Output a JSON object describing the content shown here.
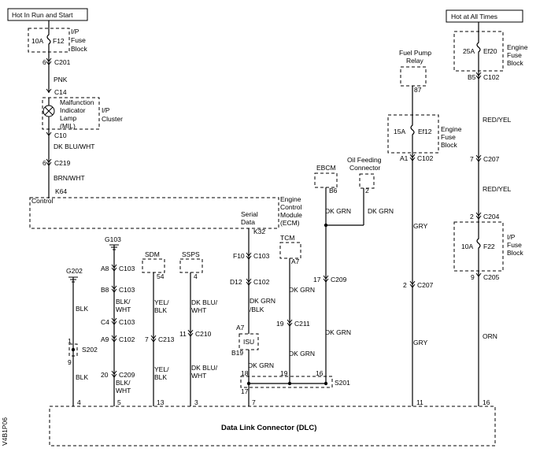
{
  "power": {
    "run_start": "Hot In Run and Start",
    "all_times": "Hot at All Times"
  },
  "fuses": {
    "f12": {
      "rating": "10A",
      "name": "F12",
      "block": [
        "I/P",
        "Fuse",
        "Block"
      ]
    },
    "ef20": {
      "rating": "25A",
      "name": "Ef20",
      "block": [
        "Engine",
        "Fuse",
        "Block"
      ]
    },
    "ef12": {
      "rating": "15A",
      "name": "Ef12",
      "block": [
        "Engine",
        "Fuse",
        "Block"
      ]
    },
    "f22": {
      "rating": "10A",
      "name": "F22",
      "block": [
        "I/P",
        "Fuse",
        "Block"
      ]
    }
  },
  "connectors": {
    "c201": {
      "pin": "6",
      "name": "C201"
    },
    "c14": {
      "name": "C14"
    },
    "c10": {
      "name": "C10"
    },
    "c219": {
      "pin": "6",
      "name": "C219"
    },
    "k64": {
      "pin": "K64"
    },
    "k32": {
      "pin": "K32"
    },
    "c103a": {
      "pin": "F10",
      "name": "C103"
    },
    "c102a": {
      "pin": "D12",
      "name": "C102"
    },
    "c211": {
      "pin": "19",
      "name": "C211"
    },
    "c209a": {
      "pin": "17",
      "name": "C209"
    },
    "c102b": {
      "pin": "B5",
      "name": "C102"
    },
    "c207a": {
      "pin": "7",
      "name": "C207"
    },
    "c204": {
      "pin": "2",
      "name": "C204"
    },
    "c205": {
      "pin": "9",
      "name": "C205"
    },
    "relay_pin": "87",
    "c102c": {
      "pin": "A1",
      "name": "C102"
    },
    "c207b": {
      "pin": "2",
      "name": "C207"
    },
    "g103": {
      "name": "G103"
    },
    "g202": {
      "name": "G202"
    },
    "c103b": {
      "pin": "A8",
      "name": "C103"
    },
    "c103c": {
      "pin": "B8",
      "name": "C103"
    },
    "c103d": {
      "pin": "C4",
      "name": "C103"
    },
    "c102d": {
      "pin": "A9",
      "name": "C102"
    },
    "c209b": {
      "pin": "20",
      "name": "C209"
    },
    "c213": {
      "pin": "7",
      "name": "C213"
    },
    "c210": {
      "pin": "11",
      "name": "C210"
    },
    "ebcm_pin": "B6",
    "oil_pin": "2",
    "tcm_pin": "A7",
    "sdm_pin": "54",
    "ssps_pin": "4",
    "isu_a7": "A7",
    "isu_b19": "B19",
    "s202_1": "1",
    "s202_9": "9"
  },
  "components": {
    "mil": [
      "Malfunction",
      "Indicator",
      "Lamp",
      "(MIL)"
    ],
    "cluster": [
      "I/P",
      "Cluster"
    ],
    "ecm_control": "Control",
    "ecm": [
      "Engine",
      "Control",
      "Module",
      "(ECM)"
    ],
    "serial_data": [
      "Serial",
      "Data"
    ],
    "fuel_pump_relay": [
      "Fuel Pump",
      "Relay"
    ],
    "ebcm": "EBCM",
    "oil_feeding": [
      "Oil Feeding",
      "Connector"
    ],
    "tcm": "TCM",
    "sdm": "SDM",
    "ssps": "SSPS",
    "isu": "ISU",
    "s202": "S202",
    "s201": "S201",
    "dlc": "Data Link Connector (DLC)",
    "splice_pins": [
      "18",
      "19",
      "16",
      "17"
    ]
  },
  "wires": {
    "pnk": "PNK",
    "dkblu_wht": "DK BLU/WHT",
    "brn_wht": "BRN/WHT",
    "dkgrn_ebcm": "DK GRN",
    "dkgrn_oil": "DK GRN",
    "dkgrn_blk": [
      "DK GRN",
      "/BLK"
    ],
    "dkgrn_tcm": "DK GRN",
    "dkgrn_tcm2": "DK GRN",
    "dkgrn_isu": "DK GRN",
    "dkgrn_17": "DK GRN",
    "red_yel1": "RED/YEL",
    "red_yel2": "RED/YEL",
    "gry1": "GRY",
    "gry2": "GRY",
    "orn": "ORN",
    "blk1": "BLK",
    "blk2": "BLK",
    "blk_wht1": [
      "BLK/",
      "WHT"
    ],
    "blk_wht2": [
      "BLK/",
      "WHT"
    ],
    "yel_blk1": [
      "YEL/",
      "BLK"
    ],
    "yel_blk2": [
      "YEL/",
      "BLK"
    ],
    "dkblu_wht1": [
      "DK BLU/",
      "WHT"
    ],
    "dkblu_wht2": [
      "DK BLU/",
      "WHT"
    ]
  },
  "dlc_pins": [
    "4",
    "5",
    "13",
    "3",
    "7",
    "11",
    "16"
  ],
  "figure_code": "V4B1P06"
}
